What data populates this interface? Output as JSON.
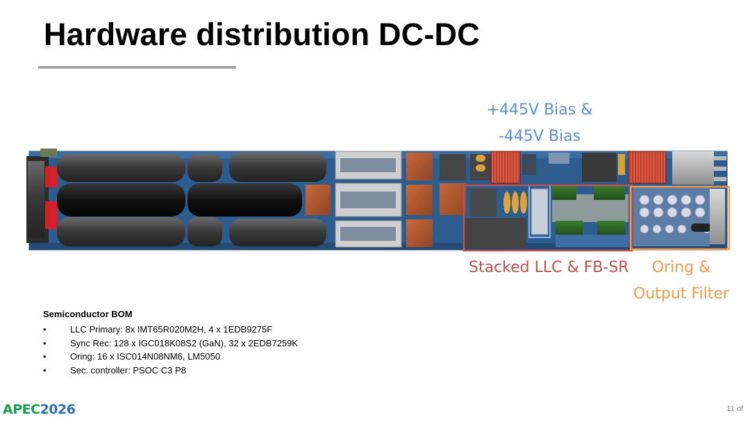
{
  "slide": {
    "title": "Hardware distribution DC-DC",
    "page_number": "11 of"
  },
  "callouts": {
    "bias_line1": "+445V Bias &",
    "bias_line2": "-445V Bias",
    "llc": "Stacked LLC & FB-SR",
    "oring_line1": "Oring &",
    "oring_line2": "Output Filter"
  },
  "bom": {
    "heading": "Semiconductor BOM",
    "bullet": "•",
    "items": [
      "LLC Primary: 8x IMT65R020M2H, 4 x 1EDB9275F",
      "Sync Rec: 128 x IGC018K08S2 (GaN), 32 x 2EDB7259K",
      "Oring: 16 x ISC014N08NM6, LM5050",
      "Sec. controller: PSOC C3 P8"
    ]
  },
  "logo": {
    "part1": "AP",
    "part2": "EC",
    "part3": "2026"
  },
  "colors": {
    "bias": "#5b8fd0",
    "llc": "#c0504d",
    "oring": "#f09a4a",
    "rule": "#a6a6a6",
    "logo_green": "#1c9b51",
    "logo_blue": "#2f6fb6"
  }
}
